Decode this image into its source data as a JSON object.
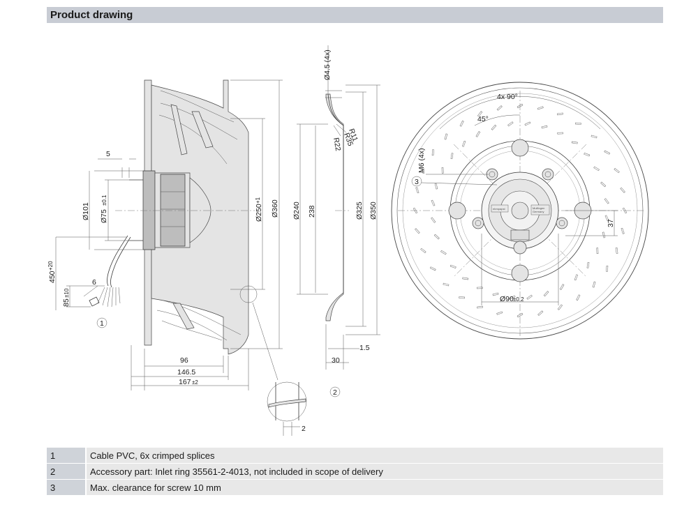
{
  "header": {
    "title": "Product drawing"
  },
  "callouts": {
    "c1": "1",
    "c2": "2",
    "c3": "3"
  },
  "dims": {
    "d5": "5",
    "d101": "Ø101",
    "d75": "Ø75",
    "d75tol": "±0.1",
    "d450": "450",
    "d450tol": "+20",
    "d6": "6",
    "d85": "85",
    "d85tol": "±10",
    "d96": "96",
    "d1465": "146.5",
    "d167": "167",
    "d167tol": "±2",
    "d250": "Ø250",
    "d250tol": "+1",
    "d360": "Ø360",
    "d2": "2",
    "d45x4": "Ø4.5 (4x)",
    "r11": "R11",
    "r35": "R35",
    "r22": "R22",
    "d240": "Ø240",
    "d238": "238",
    "d325": "Ø325",
    "d350": "Ø350",
    "d30": "30",
    "d15": "1.5",
    "d4x90": "4x 90°",
    "d45deg": "45°",
    "m6": "M6 (4x)",
    "d37": "37",
    "d90": "Ø90",
    "d90tol": "±0.2"
  },
  "plate": {
    "brand": "ebmpapst",
    "origin1": "Mulfingen",
    "origin2": "Germany"
  },
  "legend": [
    {
      "num": "1",
      "text": "Cable PVC, 6x crimped splices"
    },
    {
      "num": "2",
      "text": "Accessory part: Inlet ring 35561-2-4013, not included in scope of delivery"
    },
    {
      "num": "3",
      "text": "Max. clearance for screw 10 mm"
    }
  ]
}
